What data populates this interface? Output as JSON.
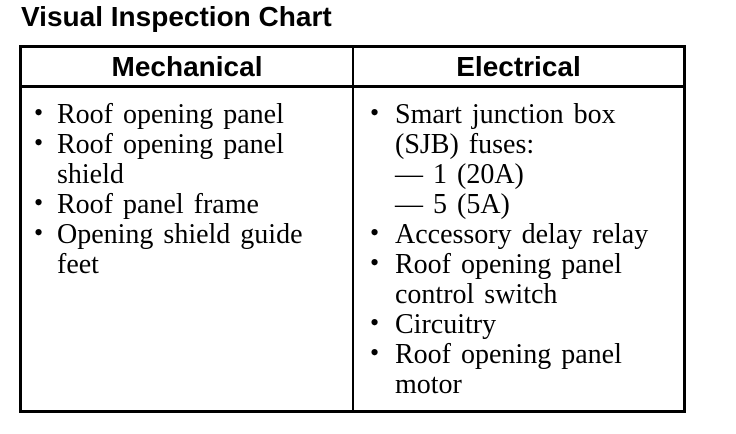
{
  "title": "Visual Inspection Chart",
  "glyphs": {
    "bullet": "•"
  },
  "table": {
    "columns": [
      {
        "header": "Mechanical",
        "items": [
          {
            "text": "Roof opening panel"
          },
          {
            "text": "Roof opening panel shield"
          },
          {
            "text": "Roof panel frame"
          },
          {
            "text": "Opening shield guide feet"
          }
        ]
      },
      {
        "header": "Electrical",
        "items": [
          {
            "text": "Smart junction box (SJB) fuses:",
            "subitems": [
              "— 1 (20A)",
              "— 5 (5A)"
            ]
          },
          {
            "text": "Accessory delay relay"
          },
          {
            "text": "Roof opening panel control switch"
          },
          {
            "text": "Circuitry"
          },
          {
            "text": "Roof opening panel motor"
          }
        ]
      }
    ]
  }
}
